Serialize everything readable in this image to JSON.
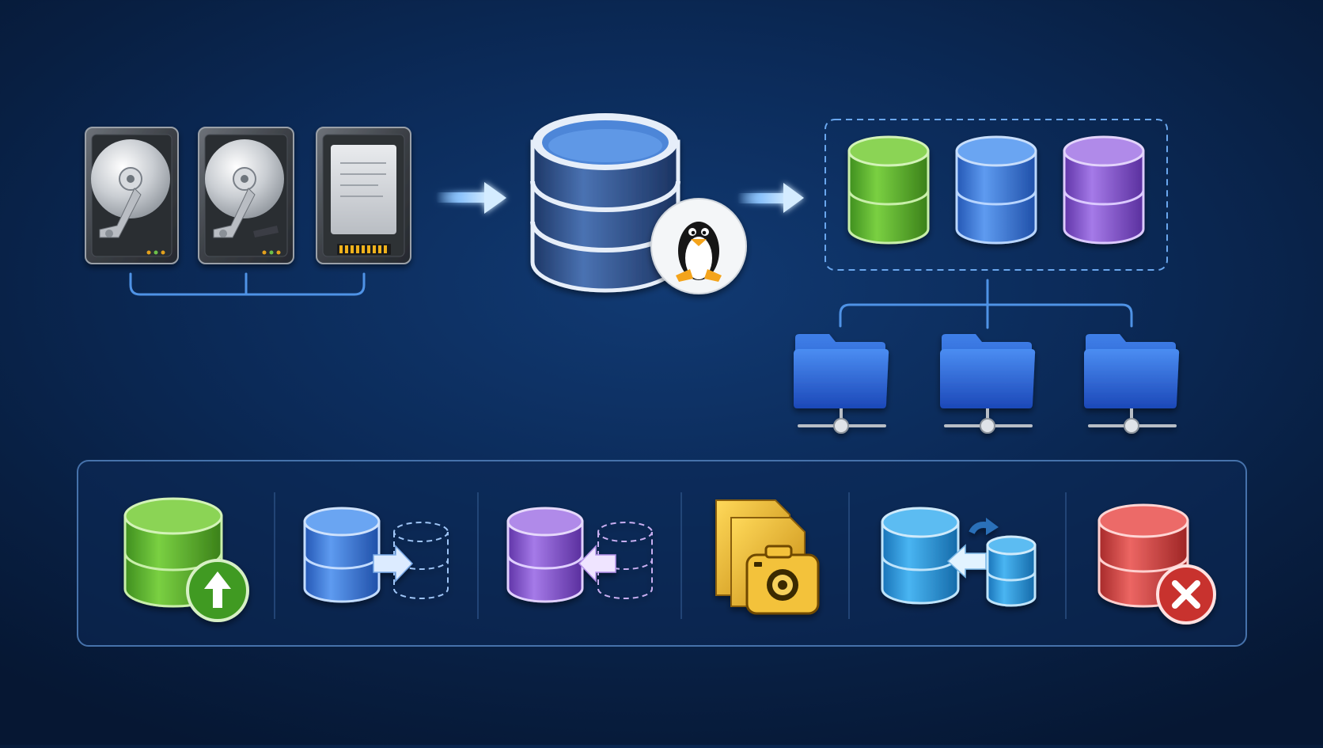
{
  "diagram": {
    "description_shown_text": "",
    "stages": [
      {
        "name": "physical-disks",
        "items": [
          "hdd-icon",
          "hdd-icon",
          "ssd-icon"
        ]
      },
      {
        "name": "volume-group",
        "items": [
          "database-icon",
          "linux-penguin-icon"
        ]
      },
      {
        "name": "logical-volumes",
        "items": [
          "green",
          "blue",
          "purple"
        ]
      },
      {
        "name": "mount-points",
        "items": [
          "network-folder-icon",
          "network-folder-icon",
          "network-folder-icon"
        ]
      }
    ],
    "operations": [
      "create-volume",
      "extend-volume",
      "reduce-volume",
      "snapshot",
      "migrate-volume",
      "remove-volume"
    ]
  },
  "colors": {
    "green": "#5cb531",
    "blue": "#3c7ee0",
    "purple": "#8a5ad6",
    "cyan": "#2f9fe0",
    "red": "#d6403e",
    "gold": "#e6b42a",
    "navy": "#2f5390",
    "arrow": "#8ec6ff",
    "connector": "#4f93e6"
  }
}
